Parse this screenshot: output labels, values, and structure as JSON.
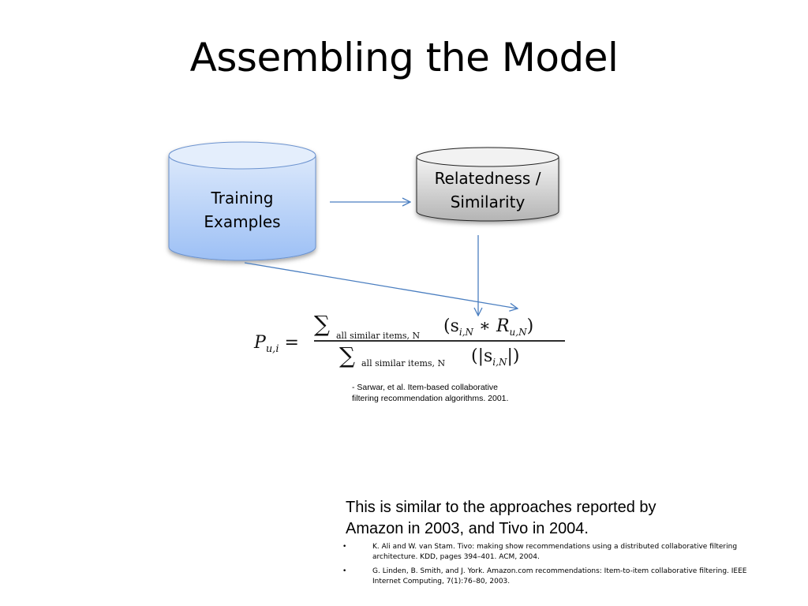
{
  "slide": {
    "title": "Assembling the Model"
  },
  "diagram": {
    "nodes": {
      "training": {
        "line1": "Training",
        "line2": "Examples",
        "fill_top": "#dbe8fb",
        "fill_bottom": "#9dc0f5",
        "stroke": "#6c93cf"
      },
      "relatedness": {
        "line1": "Relatedness /",
        "line2": "Similarity",
        "fill_top": "#f4f4f4",
        "fill_bottom": "#b4b4b4",
        "stroke": "#222222"
      }
    },
    "arrow_color": "#4a7ec0"
  },
  "formula": {
    "lhs": "P",
    "lhs_sub": "u,i",
    "sum_subscript": "all similar items, N",
    "numerator_term": "(s",
    "numerator_s_sub": "i,N",
    "numerator_op": " ∗ R",
    "numerator_r_sub": "u,N",
    "numerator_close": ")",
    "denominator_open": "(|s",
    "denominator_s_sub": "i,N",
    "denominator_close": "|)"
  },
  "citation": {
    "line1": "- Sarwar, et al. Item-based collaborative",
    "line2": "filtering recommendation algorithms.  2001."
  },
  "note": {
    "line1": "This is similar to the approaches reported by",
    "line2": "Amazon in 2003, and Tivo in 2004."
  },
  "references": [
    {
      "bullet": "•",
      "line1": "K. Ali and W. van Stam. Tivo: making show recommendations using a distributed collaborative filtering",
      "line2": "architecture. KDD, pages 394–401. ACM, 2004."
    },
    {
      "bullet": "•",
      "line1": "G. Linden, B. Smith, and J. York. Amazon.com recommendations: Item-to-item collaborative filtering. IEEE",
      "line2": "Internet Computing, 7(1):76–80, 2003."
    }
  ]
}
